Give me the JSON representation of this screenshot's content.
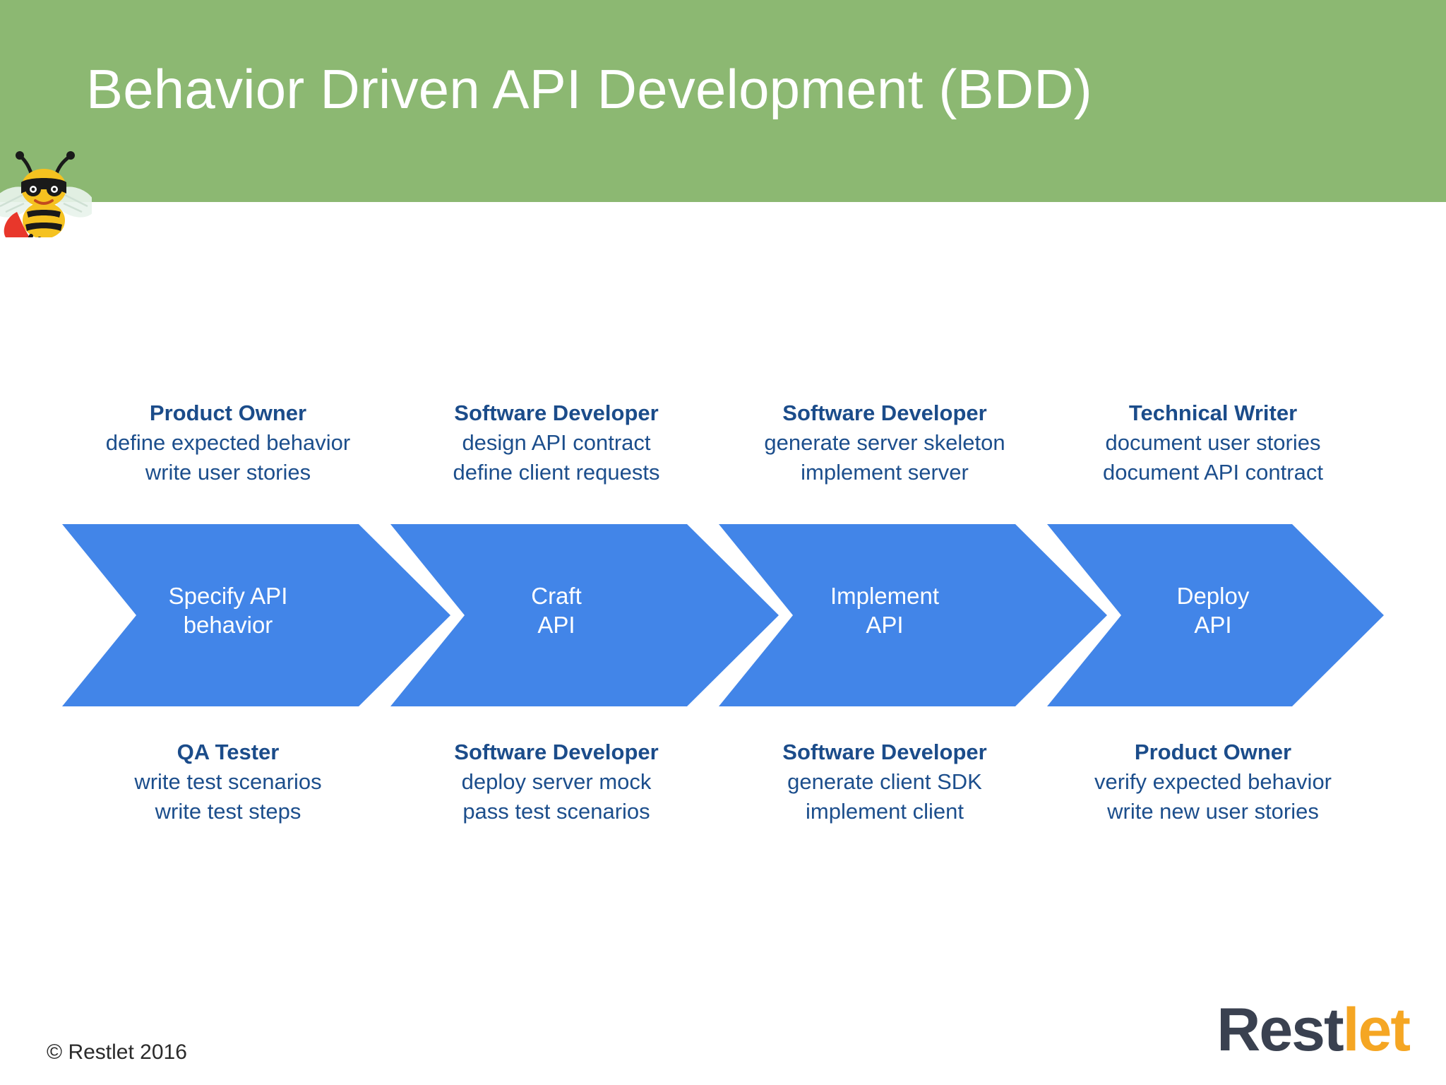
{
  "header": {
    "title": "Behavior Driven API Development (BDD)",
    "background_color": "#8CB872",
    "title_color": "#FFFFFF",
    "mascot_icon": "bee-mascot-icon"
  },
  "colors": {
    "green_band": "#8CB872",
    "chevron_blue": "#4285E8",
    "role_blue": "#1C4E8C",
    "logo_dark": "#3A4150",
    "logo_orange": "#F5A623"
  },
  "process": {
    "steps": [
      {
        "id": "specify",
        "arrow_label": "Specify API\nbehavior",
        "top_role": {
          "title": "Product Owner",
          "lines": [
            "define expected behavior",
            "write user stories"
          ]
        },
        "bottom_role": {
          "title": "QA Tester",
          "lines": [
            "write test scenarios",
            "write test steps"
          ]
        }
      },
      {
        "id": "craft",
        "arrow_label": "Craft\nAPI",
        "top_role": {
          "title": "Software Developer",
          "lines": [
            "design API contract",
            "define client requests"
          ]
        },
        "bottom_role": {
          "title": "Software Developer",
          "lines": [
            "deploy server mock",
            "pass test scenarios"
          ]
        }
      },
      {
        "id": "implement",
        "arrow_label": "Implement\nAPI",
        "top_role": {
          "title": "Software Developer",
          "lines": [
            "generate server skeleton",
            "implement server"
          ]
        },
        "bottom_role": {
          "title": "Software Developer",
          "lines": [
            "generate client SDK",
            "implement client"
          ]
        }
      },
      {
        "id": "deploy",
        "arrow_label": "Deploy\nAPI",
        "top_role": {
          "title": "Technical Writer",
          "lines": [
            "document user stories",
            "document API contract"
          ]
        },
        "bottom_role": {
          "title": "Product Owner",
          "lines": [
            "verify expected behavior",
            "write new user stories"
          ]
        }
      }
    ]
  },
  "footer": {
    "copyright": "© Restlet 2016",
    "logo_part1": "Rest",
    "logo_part2": "let"
  }
}
